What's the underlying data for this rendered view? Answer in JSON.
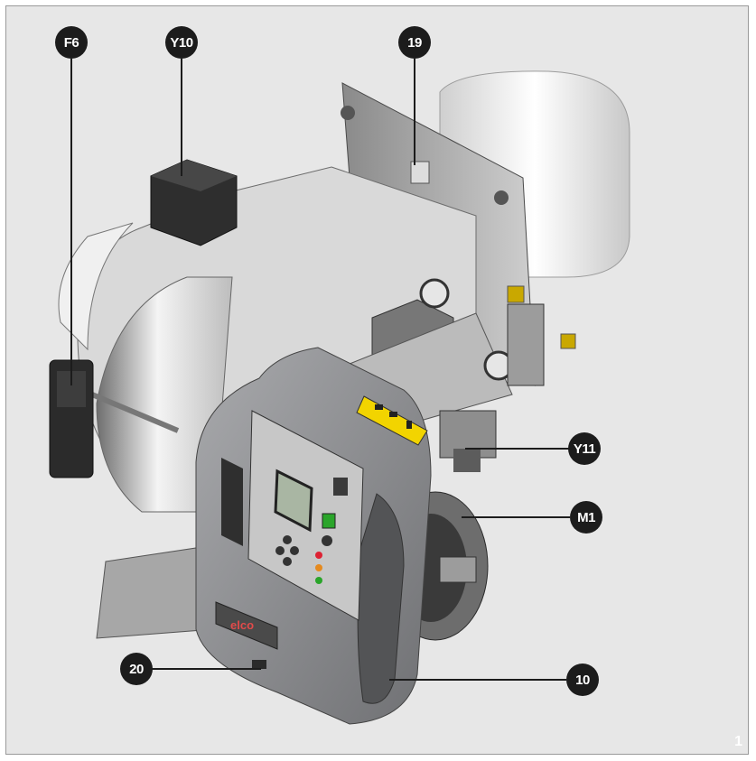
{
  "figure": {
    "number": "1",
    "brand_logo_text": "elco",
    "callouts": [
      {
        "id": "f6",
        "label": "F6"
      },
      {
        "id": "y10",
        "label": "Y10"
      },
      {
        "id": "19",
        "label": "19"
      },
      {
        "id": "y11",
        "label": "Y11"
      },
      {
        "id": "m1",
        "label": "M1"
      },
      {
        "id": "20",
        "label": "20"
      },
      {
        "id": "10",
        "label": "10"
      }
    ]
  },
  "colors": {
    "background": "#e7e7e7",
    "callout": "#1c1c1c",
    "housing": "#8f9093",
    "warning_label": "#f2d400",
    "display_screen": "#a9b6a3"
  }
}
